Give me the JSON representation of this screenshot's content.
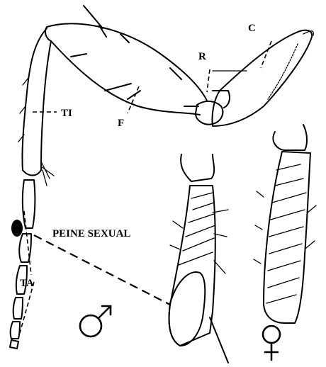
{
  "labels": {
    "coxa": "C",
    "trochanter": "R",
    "femur": "F",
    "tibia": "TI",
    "tarsus": "TA",
    "sex_comb": "PEINE SEXUAL"
  },
  "symbols": {
    "male": "male-symbol",
    "female": "female-symbol"
  }
}
